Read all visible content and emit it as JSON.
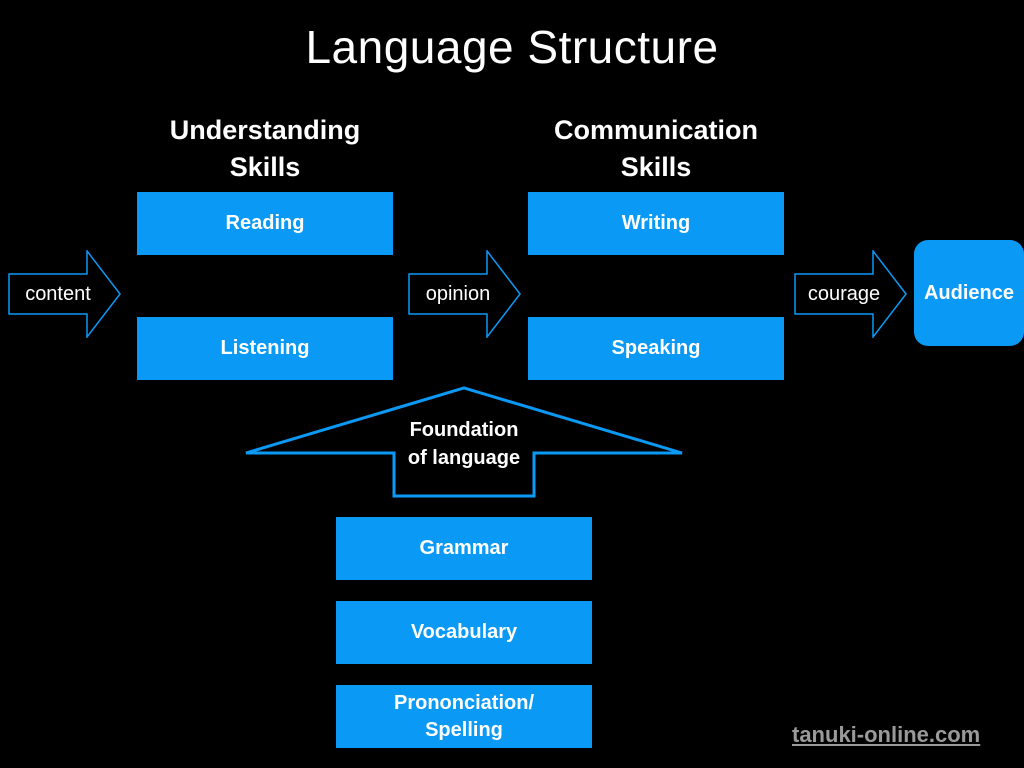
{
  "title": "Language Structure",
  "colors": {
    "accent": "#0a99f5",
    "background": "#000000",
    "text": "#ffffff"
  },
  "understanding": {
    "heading_line1": "Understanding",
    "heading_line2": "Skills",
    "items": [
      "Reading",
      "Listening"
    ]
  },
  "communication": {
    "heading_line1": "Communication",
    "heading_line2": "Skills",
    "items": [
      "Writing",
      "Speaking"
    ]
  },
  "flow": {
    "arrows": [
      "content",
      "opinion",
      "courage"
    ],
    "target": "Audience"
  },
  "foundation": {
    "label_line1": "Foundation",
    "label_line2": "of language",
    "items": [
      "Grammar",
      "Vocabulary"
    ],
    "last_line1": "Prononciation/",
    "last_line2": "Spelling"
  },
  "watermark": "tanuki-online.com"
}
